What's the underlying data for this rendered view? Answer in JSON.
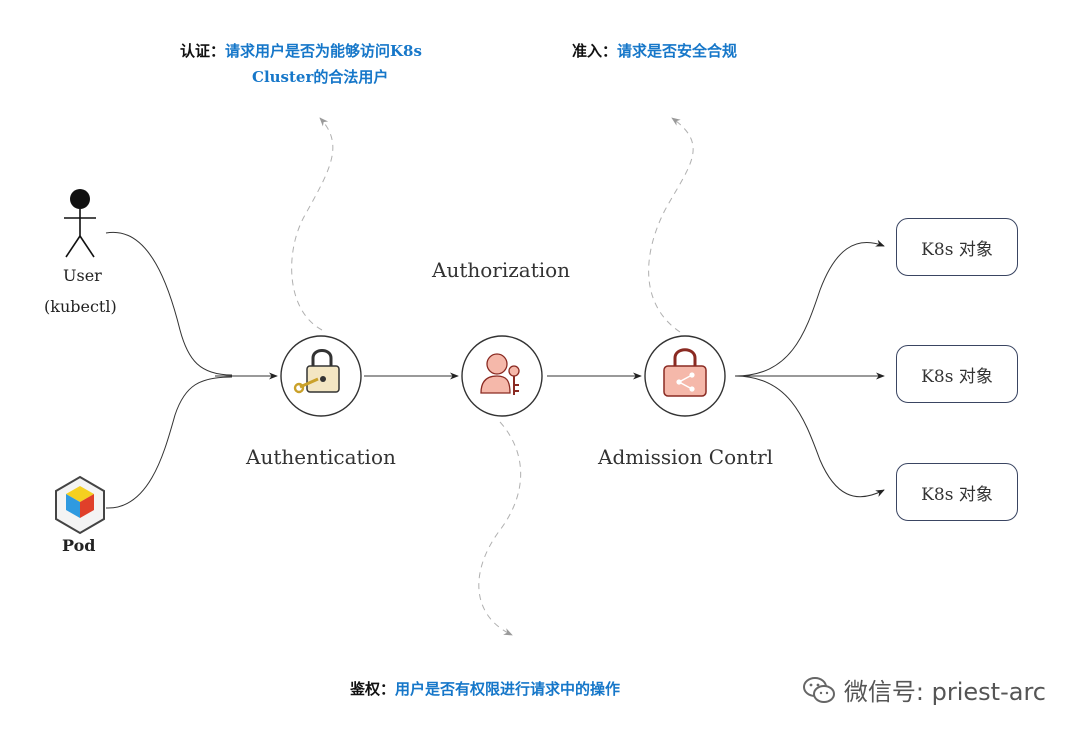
{
  "notes": {
    "authentication": {
      "term": "认证：",
      "desc_line1": "请求用户是否为能够访问K8s",
      "desc_line2": "Cluster的合法用户"
    },
    "admission": {
      "term": "准入：",
      "desc": "请求是否安全合规"
    },
    "authorization": {
      "term": "鉴权：",
      "desc": "用户是否有权限进行请求中的操作"
    }
  },
  "actors": {
    "user": {
      "label": "User",
      "sublabel": "(kubectl)"
    },
    "pod": {
      "label": "Pod"
    }
  },
  "stages": {
    "authentication": "Authentication",
    "authorization": "Authorization",
    "admission": "Admission Contrl"
  },
  "objects": [
    "K8s 对象",
    "K8s 对象",
    "K8s 对象"
  ],
  "icons": {
    "user": "stick-figure-icon",
    "pod": "cube-icon",
    "authentication": "padlock-key-icon",
    "authorization": "person-key-icon",
    "admission": "lock-share-icon",
    "wechat": "wechat-icon"
  },
  "colors": {
    "accent_text": "#1677c9",
    "icon_fill": "#f5b8aa",
    "icon_stroke": "#8a2a22",
    "box_border": "#3a4562"
  },
  "watermark": "微信号: priest-arc"
}
